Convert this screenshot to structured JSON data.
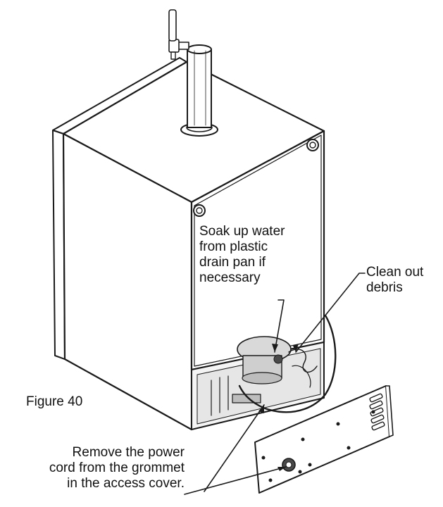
{
  "figure": {
    "caption": "Figure 40",
    "colors": {
      "line": "#1a1a1a",
      "fill": "#ffffff",
      "shade": "#d9d9d9",
      "dark": "#4a4a4a"
    }
  },
  "callouts": {
    "soak": {
      "lines": [
        "Soak up water",
        "from plastic",
        "drain pan if",
        "necessary"
      ]
    },
    "debris": {
      "lines": [
        "Clean out",
        "debris"
      ]
    },
    "cord": {
      "lines": [
        "Remove the power",
        "cord from the grommet",
        "in the access cover."
      ]
    }
  }
}
